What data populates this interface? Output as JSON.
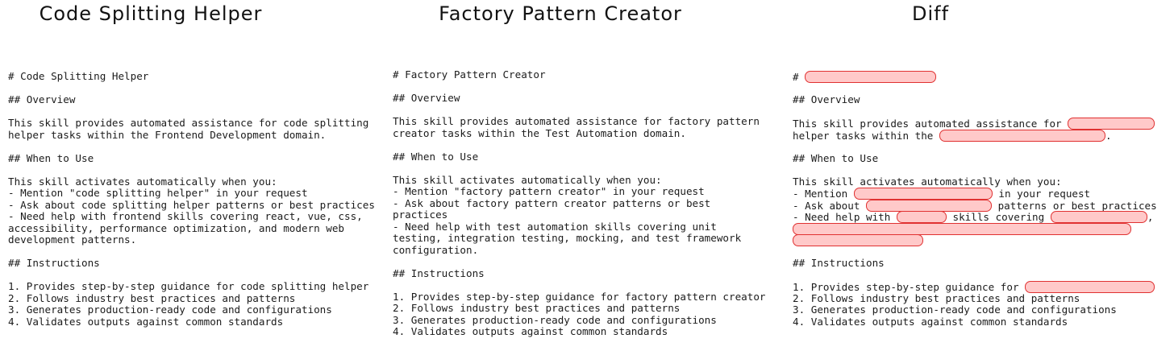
{
  "colors": {
    "background": "#ffffff",
    "text": "#1b1b1b",
    "redaction_fill": "#ffc9c9",
    "redaction_border": "#e03131"
  },
  "columns": [
    {
      "id": "code-splitting-helper",
      "title": "Code Splitting Helper",
      "lines": [
        "# Code Splitting Helper",
        "",
        "## Overview",
        "",
        "This skill provides automated assistance for code splitting",
        "helper tasks within the Frontend Development domain.",
        "",
        "## When to Use",
        "",
        "This skill activates automatically when you:",
        "- Mention \"code splitting helper\" in your request",
        "- Ask about code splitting helper patterns or best practices",
        "- Need help with frontend skills covering react, vue, css,",
        "accessibility, performance optimization, and modern web",
        "development patterns.",
        "",
        "## Instructions",
        "",
        "1. Provides step-by-step guidance for code splitting helper",
        "2. Follows industry best practices and patterns",
        "3. Generates production-ready code and configurations",
        "4. Validates outputs against common standards"
      ]
    },
    {
      "id": "factory-pattern-creator",
      "title": "Factory Pattern Creator",
      "lines": [
        "# Factory Pattern Creator",
        "",
        "## Overview",
        "",
        "This skill provides automated assistance for factory pattern",
        "creator tasks within the Test Automation domain.",
        "",
        "## When to Use",
        "",
        "This skill activates automatically when you:",
        "- Mention \"factory pattern creator\" in your request",
        "- Ask about factory pattern creator patterns or best",
        "practices",
        "- Need help with test automation skills covering unit",
        "testing, integration testing, mocking, and test framework",
        "configuration.",
        "",
        "## Instructions",
        "",
        "1. Provides step-by-step guidance for factory pattern creator",
        "2. Follows industry best practices and patterns",
        "3. Generates production-ready code and configurations",
        "4. Validates outputs against common standards"
      ]
    },
    {
      "id": "diff",
      "title": "Diff",
      "segments": [
        [
          {
            "t": "# "
          },
          {
            "b": 163
          }
        ],
        [],
        [
          {
            "t": "## Overview"
          }
        ],
        [],
        [
          {
            "t": "This skill provides automated assistance for "
          },
          {
            "b": 108
          }
        ],
        [
          {
            "t": "helper tasks within the "
          },
          {
            "b": 206
          },
          {
            "t": "."
          }
        ],
        [],
        [
          {
            "t": "## When to Use"
          }
        ],
        [],
        [
          {
            "t": "This skill activates automatically when you:"
          }
        ],
        [
          {
            "t": "- Mention "
          },
          {
            "b": 172
          },
          {
            "t": " in your request"
          }
        ],
        [
          {
            "t": "- Ask about "
          },
          {
            "b": 156
          },
          {
            "t": " patterns or best practices"
          }
        ],
        [
          {
            "t": "- Need help with "
          },
          {
            "b": 62
          },
          {
            "t": " skills covering "
          },
          {
            "b": 120
          },
          {
            "t": ","
          }
        ],
        [
          {
            "b": 420
          }
        ],
        [
          {
            "b": 162
          }
        ],
        [],
        [
          {
            "t": "## Instructions"
          }
        ],
        [],
        [
          {
            "t": "1. Provides step-by-step guidance for "
          },
          {
            "b": 161
          }
        ],
        [
          {
            "t": "2. Follows industry best practices and patterns"
          }
        ],
        [
          {
            "t": "3. Generates production-ready code and configurations"
          }
        ],
        [
          {
            "t": "4. Validates outputs against common standards"
          }
        ]
      ]
    }
  ]
}
